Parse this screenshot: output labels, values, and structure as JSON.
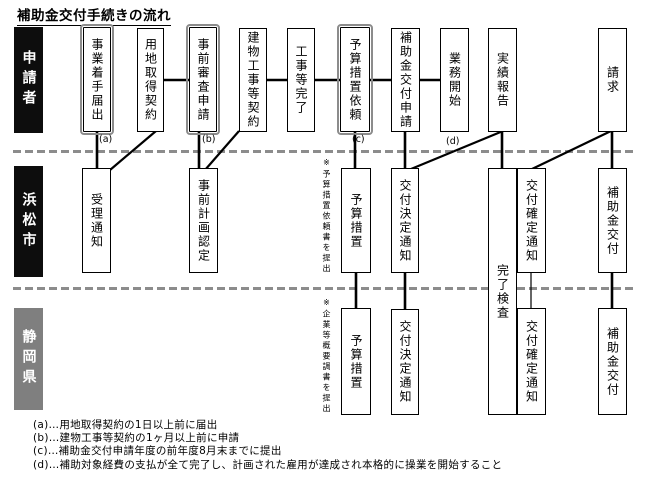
{
  "title": "補助金交付手続きの流れ",
  "lanes": {
    "applicant": {
      "label": "申請者",
      "boxes": [
        {
          "label": "事業着手届出",
          "emphasis": true
        },
        {
          "label": "用地取得契約",
          "emphasis": false
        },
        {
          "label": "事前審査申請",
          "emphasis": true
        },
        {
          "label": "建物工事等契約",
          "emphasis": false
        },
        {
          "label": "工事等完了",
          "emphasis": false
        },
        {
          "label": "予算措置依頼",
          "emphasis": true
        },
        {
          "label": "補助金交付申請",
          "emphasis": false
        },
        {
          "label": "業務開始",
          "emphasis": false
        },
        {
          "label": "実績報告",
          "emphasis": false
        },
        {
          "label": "請求",
          "emphasis": false
        }
      ]
    },
    "hamamatsu": {
      "label": "浜松市",
      "boxes": [
        {
          "label": "受理通知"
        },
        {
          "label": "事前計画認定"
        },
        {
          "label": "予算措置",
          "note": "※予算措置依頼書を提出"
        },
        {
          "label": "交付決定通知"
        },
        {
          "label": "完了検査"
        },
        {
          "label": "交付確定通知"
        },
        {
          "label": "補助金交付"
        }
      ]
    },
    "shizuoka": {
      "label": "静岡県",
      "boxes": [
        {
          "label": "予算措置",
          "note": "※企業等概要調書を提出"
        },
        {
          "label": "交付決定通知"
        },
        {
          "label": "交付確定通知"
        },
        {
          "label": "補助金交付"
        }
      ]
    }
  },
  "annotations": {
    "a": "(a)",
    "b": "(b)",
    "c": "(c)",
    "d": "(d)"
  },
  "footnotes": [
    "(a)…用地取得契約の1日以上前に届出",
    "(b)…建物工事等契約の1ヶ月以上前に申請",
    "(c)…補助金交付申請年度の前年度8月末までに提出",
    "(d)…補助対象経費の支払が全て完了し、計画された雇用が達成され本格的に操業を開始すること"
  ],
  "colors": {
    "box_border": "#000000",
    "double_border_outer": "#8c8c8c",
    "lane_dark_bg": "#0d0d0d",
    "lane_gray_bg": "#7f7f7f",
    "lane_text": "#ffffff",
    "divider": "#8c8c8c",
    "connector": "#000000",
    "background": "#ffffff"
  }
}
